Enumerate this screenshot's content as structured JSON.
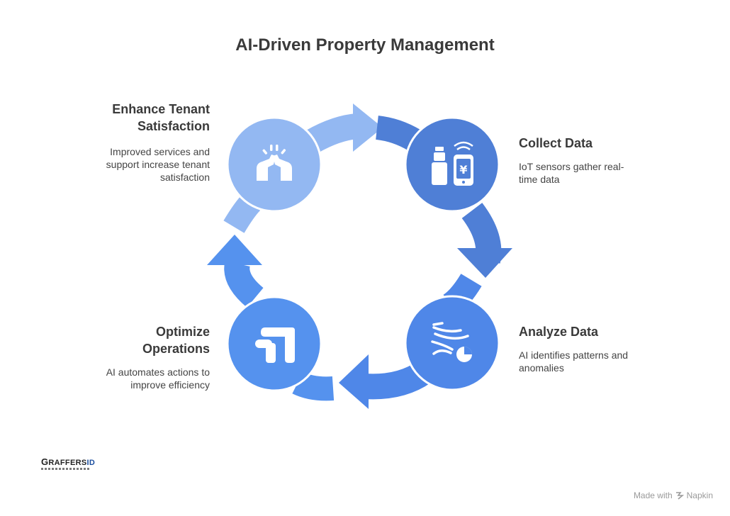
{
  "title": "AI-Driven Property Management",
  "stages": [
    {
      "title_line1": "Collect Data",
      "description_line1": "IoT sensors gather real-",
      "description_line2": "time data",
      "icon": "iot-sensor-phone-icon",
      "color": "#4f7fd6"
    },
    {
      "title_line1": "Analyze Data",
      "description_line1": "AI identifies patterns and",
      "description_line2": "anomalies",
      "icon": "data-wave-pie-icon",
      "color": "#4f87e8"
    },
    {
      "title_line1": "Optimize",
      "title_line2": "Operations",
      "description_line1": "AI automates actions to",
      "description_line2": "improve efficiency",
      "icon": "automation-icon",
      "color": "#5592ee"
    },
    {
      "title_line1": "Enhance Tenant",
      "title_line2": "Satisfaction",
      "description_line1": "Improved services and",
      "description_line2": "support increase tenant",
      "description_line3": "satisfaction",
      "icon": "high-five-icon",
      "color": "#93b8f2"
    }
  ],
  "logo": {
    "prefix": "G",
    "name": "RAFFERS",
    "suffix": "ID"
  },
  "footer": {
    "made_with": "Made with",
    "brand": "Napkin"
  }
}
